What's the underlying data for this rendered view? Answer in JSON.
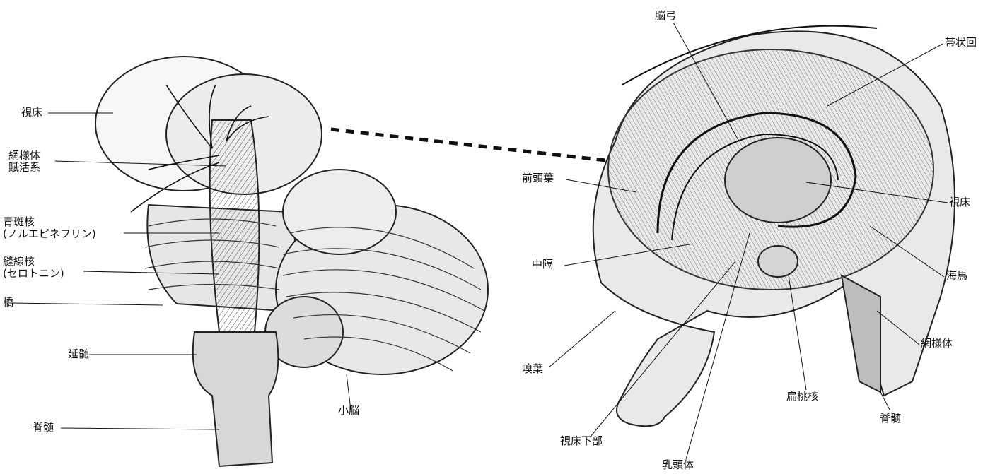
{
  "left_figure": {
    "labels": {
      "thalamus": "視床",
      "reticular_1": "網様体",
      "reticular_2": "賦活系",
      "locus_1": "青斑核",
      "locus_2": "(ノルエピネフリン)",
      "raphe_1": "縫線核",
      "raphe_2": "(セロトニン)",
      "pons": "橋",
      "medulla": "延髄",
      "spinal_cord": "脊髄",
      "cerebellum": "小脳"
    }
  },
  "right_figure": {
    "labels": {
      "fornix": "脳弓",
      "cingulate": "帯状回",
      "frontal": "前頭葉",
      "thalamus": "視床",
      "septum": "中隔",
      "hippocampus": "海馬",
      "reticular": "網様体",
      "olfactory": "嗅葉",
      "amygdala": "扁桃核",
      "spinal_cord": "脊髄",
      "hypothalamus": "視床下部",
      "mammillary": "乳頭体"
    }
  }
}
